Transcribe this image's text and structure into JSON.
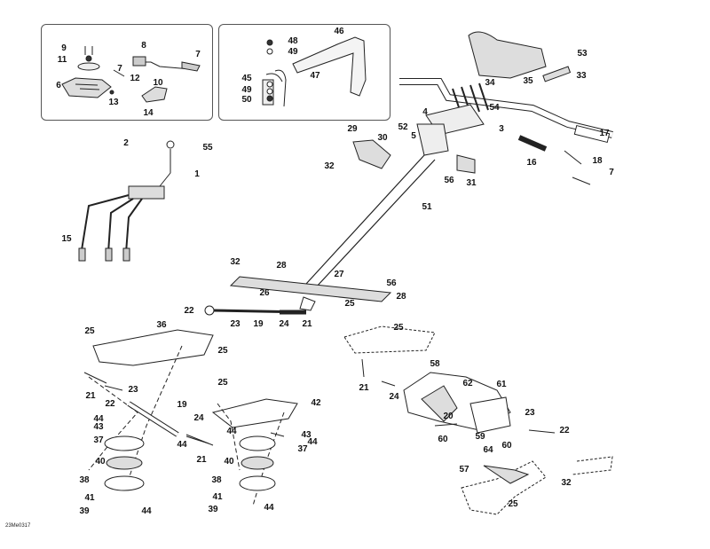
{
  "drawing_code": "23Me0317",
  "callouts": [
    {
      "id": "c9",
      "text": "9"
    },
    {
      "id": "c11",
      "text": "11"
    },
    {
      "id": "c6",
      "text": "6"
    },
    {
      "id": "c8",
      "text": "8"
    },
    {
      "id": "c7a",
      "text": "7"
    },
    {
      "id": "c7b",
      "text": "7"
    },
    {
      "id": "c12",
      "text": "12"
    },
    {
      "id": "c10",
      "text": "10"
    },
    {
      "id": "c13",
      "text": "13"
    },
    {
      "id": "c14",
      "text": "14"
    },
    {
      "id": "c48",
      "text": "48"
    },
    {
      "id": "c49a",
      "text": "49"
    },
    {
      "id": "c46",
      "text": "46"
    },
    {
      "id": "c47",
      "text": "47"
    },
    {
      "id": "c45",
      "text": "45"
    },
    {
      "id": "c49b",
      "text": "49"
    },
    {
      "id": "c50",
      "text": "50"
    },
    {
      "id": "c53",
      "text": "53"
    },
    {
      "id": "c34",
      "text": "34"
    },
    {
      "id": "c35",
      "text": "35"
    },
    {
      "id": "c33",
      "text": "33"
    },
    {
      "id": "c54",
      "text": "54"
    },
    {
      "id": "c4",
      "text": "4"
    },
    {
      "id": "c3",
      "text": "3"
    },
    {
      "id": "c52",
      "text": "52"
    },
    {
      "id": "c5",
      "text": "5"
    },
    {
      "id": "c17",
      "text": "17"
    },
    {
      "id": "c16",
      "text": "16"
    },
    {
      "id": "c18",
      "text": "18"
    },
    {
      "id": "c7c",
      "text": "7"
    },
    {
      "id": "c2",
      "text": "2"
    },
    {
      "id": "c55",
      "text": "55"
    },
    {
      "id": "c1",
      "text": "1"
    },
    {
      "id": "c29",
      "text": "29"
    },
    {
      "id": "c30",
      "text": "30"
    },
    {
      "id": "c32a",
      "text": "32"
    },
    {
      "id": "c56a",
      "text": "56"
    },
    {
      "id": "c31",
      "text": "31"
    },
    {
      "id": "c51",
      "text": "51"
    },
    {
      "id": "c15",
      "text": "15"
    },
    {
      "id": "c32b",
      "text": "32"
    },
    {
      "id": "c28a",
      "text": "28"
    },
    {
      "id": "c27",
      "text": "27"
    },
    {
      "id": "c56b",
      "text": "56"
    },
    {
      "id": "c26",
      "text": "26"
    },
    {
      "id": "c28b",
      "text": "28"
    },
    {
      "id": "c25a",
      "text": "25"
    },
    {
      "id": "c22a",
      "text": "22"
    },
    {
      "id": "c23a",
      "text": "23"
    },
    {
      "id": "c19a",
      "text": "19"
    },
    {
      "id": "c24a",
      "text": "24"
    },
    {
      "id": "c21a",
      "text": "21"
    },
    {
      "id": "c25b",
      "text": "25"
    },
    {
      "id": "c36",
      "text": "36"
    },
    {
      "id": "c25c",
      "text": "25"
    },
    {
      "id": "c21b",
      "text": "21"
    },
    {
      "id": "c22b",
      "text": "22"
    },
    {
      "id": "c23b",
      "text": "23"
    },
    {
      "id": "c19b",
      "text": "19"
    },
    {
      "id": "c24b",
      "text": "24"
    },
    {
      "id": "c44a",
      "text": "44"
    },
    {
      "id": "c43a",
      "text": "43"
    },
    {
      "id": "c44b",
      "text": "44"
    },
    {
      "id": "c37a",
      "text": "37"
    },
    {
      "id": "c21c",
      "text": "21"
    },
    {
      "id": "c40a",
      "text": "40"
    },
    {
      "id": "c38a",
      "text": "38"
    },
    {
      "id": "c41a",
      "text": "41"
    },
    {
      "id": "c39a",
      "text": "39"
    },
    {
      "id": "c44c",
      "text": "44"
    },
    {
      "id": "c25d",
      "text": "25"
    },
    {
      "id": "c42",
      "text": "42"
    },
    {
      "id": "c44d",
      "text": "44"
    },
    {
      "id": "c43b",
      "text": "43"
    },
    {
      "id": "c44e",
      "text": "44"
    },
    {
      "id": "c37b",
      "text": "37"
    },
    {
      "id": "c40b",
      "text": "40"
    },
    {
      "id": "c38b",
      "text": "38"
    },
    {
      "id": "c41b",
      "text": "41"
    },
    {
      "id": "c39b",
      "text": "39"
    },
    {
      "id": "c44f",
      "text": "44"
    },
    {
      "id": "c25e",
      "text": "25"
    },
    {
      "id": "c21d",
      "text": "21"
    },
    {
      "id": "c24c",
      "text": "24"
    },
    {
      "id": "c58",
      "text": "58"
    },
    {
      "id": "c62",
      "text": "62"
    },
    {
      "id": "c61",
      "text": "61"
    },
    {
      "id": "c20",
      "text": "20"
    },
    {
      "id": "c23c",
      "text": "23"
    },
    {
      "id": "c22c",
      "text": "22"
    },
    {
      "id": "c60a",
      "text": "60"
    },
    {
      "id": "c59",
      "text": "59"
    },
    {
      "id": "c60b",
      "text": "60"
    },
    {
      "id": "c64",
      "text": "64"
    },
    {
      "id": "c57",
      "text": "57"
    },
    {
      "id": "c32c",
      "text": "32"
    },
    {
      "id": "c25f",
      "text": "25"
    }
  ]
}
